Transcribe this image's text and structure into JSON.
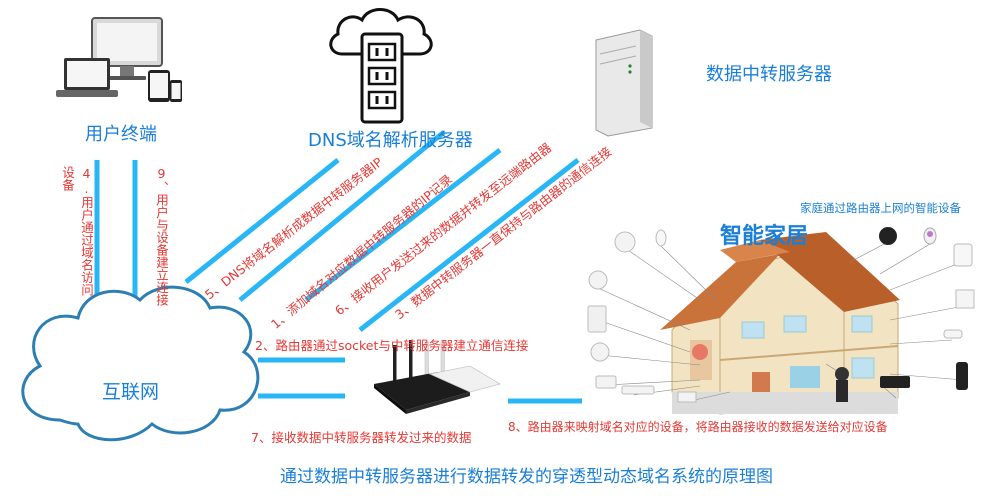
{
  "nodes": {
    "user_terminal": "用户终端",
    "dns_server": "DNS域名解析服务器",
    "relay_server": "数据中转服务器",
    "internet": "互联网",
    "smart_home_title": "智能家居",
    "smart_home_caption": "家庭通过路由器上网的智能设备"
  },
  "steps": {
    "s4": "4.用户通过域名访问设备",
    "s9": "9、用户与设备建立连接",
    "s5": "5、DNS将域名解析成数据中转服务器IP",
    "s1": "1、添加域名对应数据中转服务器的IP记录",
    "s6": "6、接收用户发送过来的数据并转发至远端路由器",
    "s3": "3、数据中转服务器一直保持与路由器的通信连接",
    "s2": "2、路由器通过socket与中转服务器建立通信连接",
    "s7": "7、接收数据中转服务器转发过来的数据",
    "s8": "8、路由器来映射域名对应的设备，将路由器接收的数据发送给对应设备"
  },
  "footer": "通过数据中转服务器进行数据转发的穿透型动态域名系统的原理图",
  "colors": {
    "title_blue": "#1a7fd6",
    "label_red": "#e53935",
    "line_blue": "#29b6f6"
  }
}
